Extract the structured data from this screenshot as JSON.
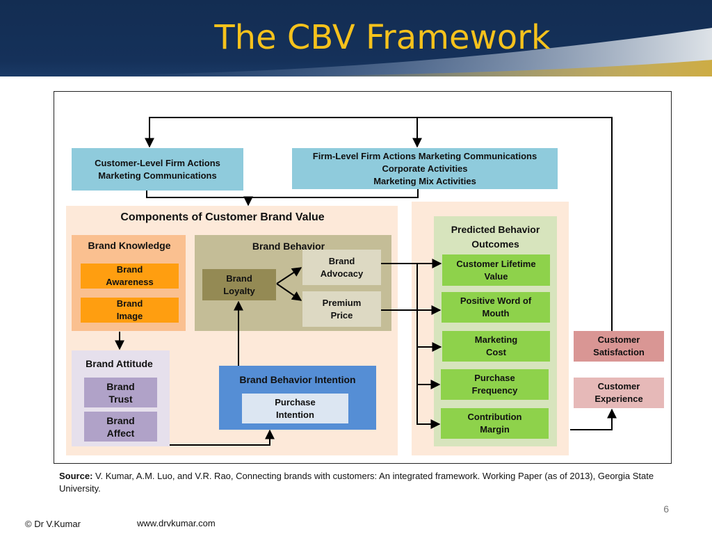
{
  "slide": {
    "title": "The CBV Framework",
    "page_number": "6",
    "footer_author": "© Dr V.Kumar",
    "footer_url": "www.drvkumar.com"
  },
  "source": {
    "label": "Source:",
    "text": " V. Kumar, A.M. Luo, and V.R. Rao, Connecting brands with customers: An integrated framework. Working Paper (as of 2013), Georgia State University."
  },
  "diagram": {
    "customer_level_actions": {
      "line1": "Customer-Level Firm Actions",
      "line2": "Marketing Communications"
    },
    "firm_level_actions": {
      "line1": "Firm-Level Firm Actions Marketing Communications",
      "line2": "Corporate Activities",
      "line3": "Marketing Mix Activities"
    },
    "components_title": "Components of Customer Brand Value",
    "brand_knowledge": {
      "title": "Brand Knowledge",
      "awareness": [
        "Brand",
        "Awareness"
      ],
      "image": [
        "Brand",
        "Image"
      ]
    },
    "brand_behavior": {
      "title": "Brand Behavior",
      "loyalty": [
        "Brand",
        "Loyalty"
      ],
      "advocacy": [
        "Brand",
        "Advocacy"
      ],
      "premium": [
        "Premium",
        "Price"
      ]
    },
    "brand_attitude": {
      "title": "Brand Attitude",
      "trust": [
        "Brand",
        "Trust"
      ],
      "affect": [
        "Brand",
        "Affect"
      ]
    },
    "intention": {
      "title": "Brand Behavior Intention",
      "purchase": [
        "Purchase",
        "Intention"
      ]
    },
    "outcomes": {
      "title": [
        "Predicted Behavior",
        "Outcomes"
      ],
      "items": [
        [
          "Customer Lifetime",
          "Value"
        ],
        [
          "Positive Word of",
          "Mouth"
        ],
        [
          "Marketing",
          "Cost"
        ],
        [
          "Purchase",
          "Frequency"
        ],
        [
          "Contribution",
          "Margin"
        ]
      ]
    },
    "satisfaction": [
      "Customer",
      "Satisfaction"
    ],
    "experience": [
      "Customer",
      "Experience"
    ]
  },
  "colors": {
    "title": "#f6c21c",
    "header_bg": "#132d52",
    "accent_gold": "#c9a227",
    "action_box": "#8fcbdc",
    "components_bg": "#fde9d9",
    "brand_knowledge_bg": "#fac090",
    "brand_behavior_bg": "#c4bd97",
    "loyalty": "#948a54",
    "brand_attitude_bg": "#e6e0ec",
    "intention_bg": "#558ed5",
    "outcomes_bg": "#d7e4bd",
    "outcome_box": "#8ed24b",
    "satisfaction": "#d99694",
    "experience": "#e6b9b8"
  }
}
